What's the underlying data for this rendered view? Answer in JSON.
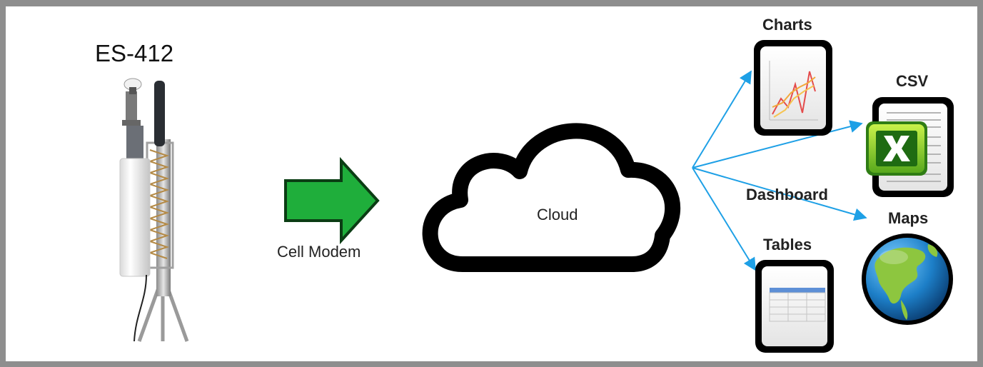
{
  "device": {
    "title": "ES-412",
    "icon": "weather-station-icon"
  },
  "link": {
    "label": "Cell Modem",
    "arrow_color": "#1fae3b",
    "icon": "right-arrow-icon"
  },
  "cloud": {
    "label": "Cloud",
    "icon": "cloud-icon"
  },
  "connector_color": "#1ea0e6",
  "outputs": [
    {
      "label": "Charts",
      "icon": "chart-document-icon"
    },
    {
      "label": "CSV",
      "icon": "excel-csv-icon"
    },
    {
      "label": "Dashboard",
      "icon": ""
    },
    {
      "label": "Maps",
      "icon": "globe-icon"
    },
    {
      "label": "Tables",
      "icon": "table-document-icon"
    }
  ]
}
